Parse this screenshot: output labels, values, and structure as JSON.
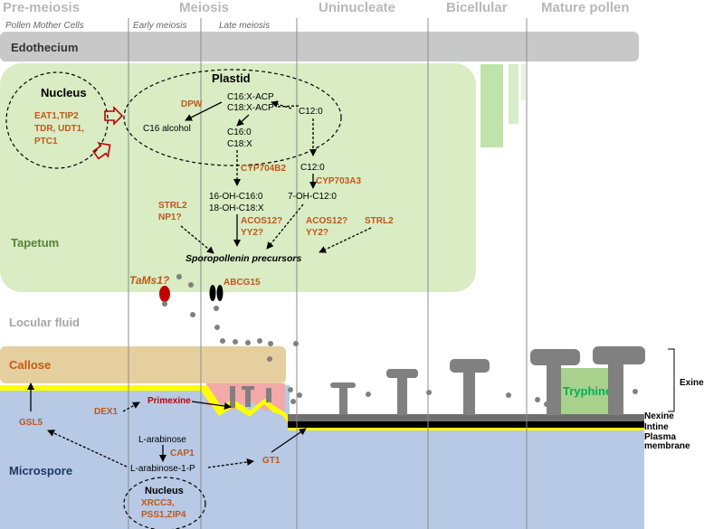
{
  "stages": [
    "Pre-meiosis",
    "Meiosis",
    "Uninucleate",
    "Bicellular",
    "Mature pollen"
  ],
  "substages": [
    "Pollen Mother Cells",
    "Early meiosis",
    "Late meiosis"
  ],
  "regions": {
    "edothecium": "Edothecium",
    "tapetum": "Tapetum",
    "locular_fluid": "Locular fluid",
    "callose": "Callose",
    "microspore": "Microspore",
    "tryphine": "Tryphine"
  },
  "nucleus": {
    "title": "Nucleus",
    "genes": [
      "EAT1,TIP2",
      "TDR, UDT1,",
      "PTC1"
    ]
  },
  "plastid": {
    "title": "Plastid",
    "dpw": "DPW",
    "acp1": "C16:X-ACP",
    "acp2": "C18:X-ACP",
    "c16alc": "C16 alcohol",
    "c16_0": "C16:0",
    "c18_x": "C18:X",
    "c12_0": "C12:0"
  },
  "pathway": {
    "c12_0_b": "C12:0",
    "cyp704b2": "CYP704B2",
    "cyp703a3": "CYP703A3",
    "oh1": "16-OH-C16:0",
    "oh2": "18-OH-C18:X",
    "oh3": "7-OH-C12:0",
    "strl2a": "STRL2",
    "np1": "NP1?",
    "acos_a1": "ACOS12?",
    "yy2_a": "YY2?",
    "acos_b1": "ACOS12?",
    "yy2_b": "YY2?",
    "strl2b": "STRL2",
    "spor": "Sporopollenin precursors",
    "tams1": "TaMs1?",
    "abcg15": "ABCG15"
  },
  "micro": {
    "gsl5": "GSL5",
    "dex1": "DEX1",
    "primexine": "Primexine",
    "larab": "L-arabinose",
    "cap1": "CAP1",
    "larab1p": "L-arabinose-1-P",
    "gt1": "GT1",
    "nucleus": "Nucleus",
    "ngenes": [
      "XRCC3,",
      "PSS1,ZIP4"
    ]
  },
  "layers": {
    "exine": "Exine",
    "nexine": "Nexine",
    "intine": "Intine",
    "plasma1": "Plasma",
    "plasma2": "membrane"
  },
  "colors": {
    "gene": "#c0571b",
    "tapetum": "#d9ecc4",
    "callose": "#e6cf9f",
    "microspore": "#b7c9e5",
    "primexine": "#f3a9a8",
    "yellow": "#ffff00"
  }
}
